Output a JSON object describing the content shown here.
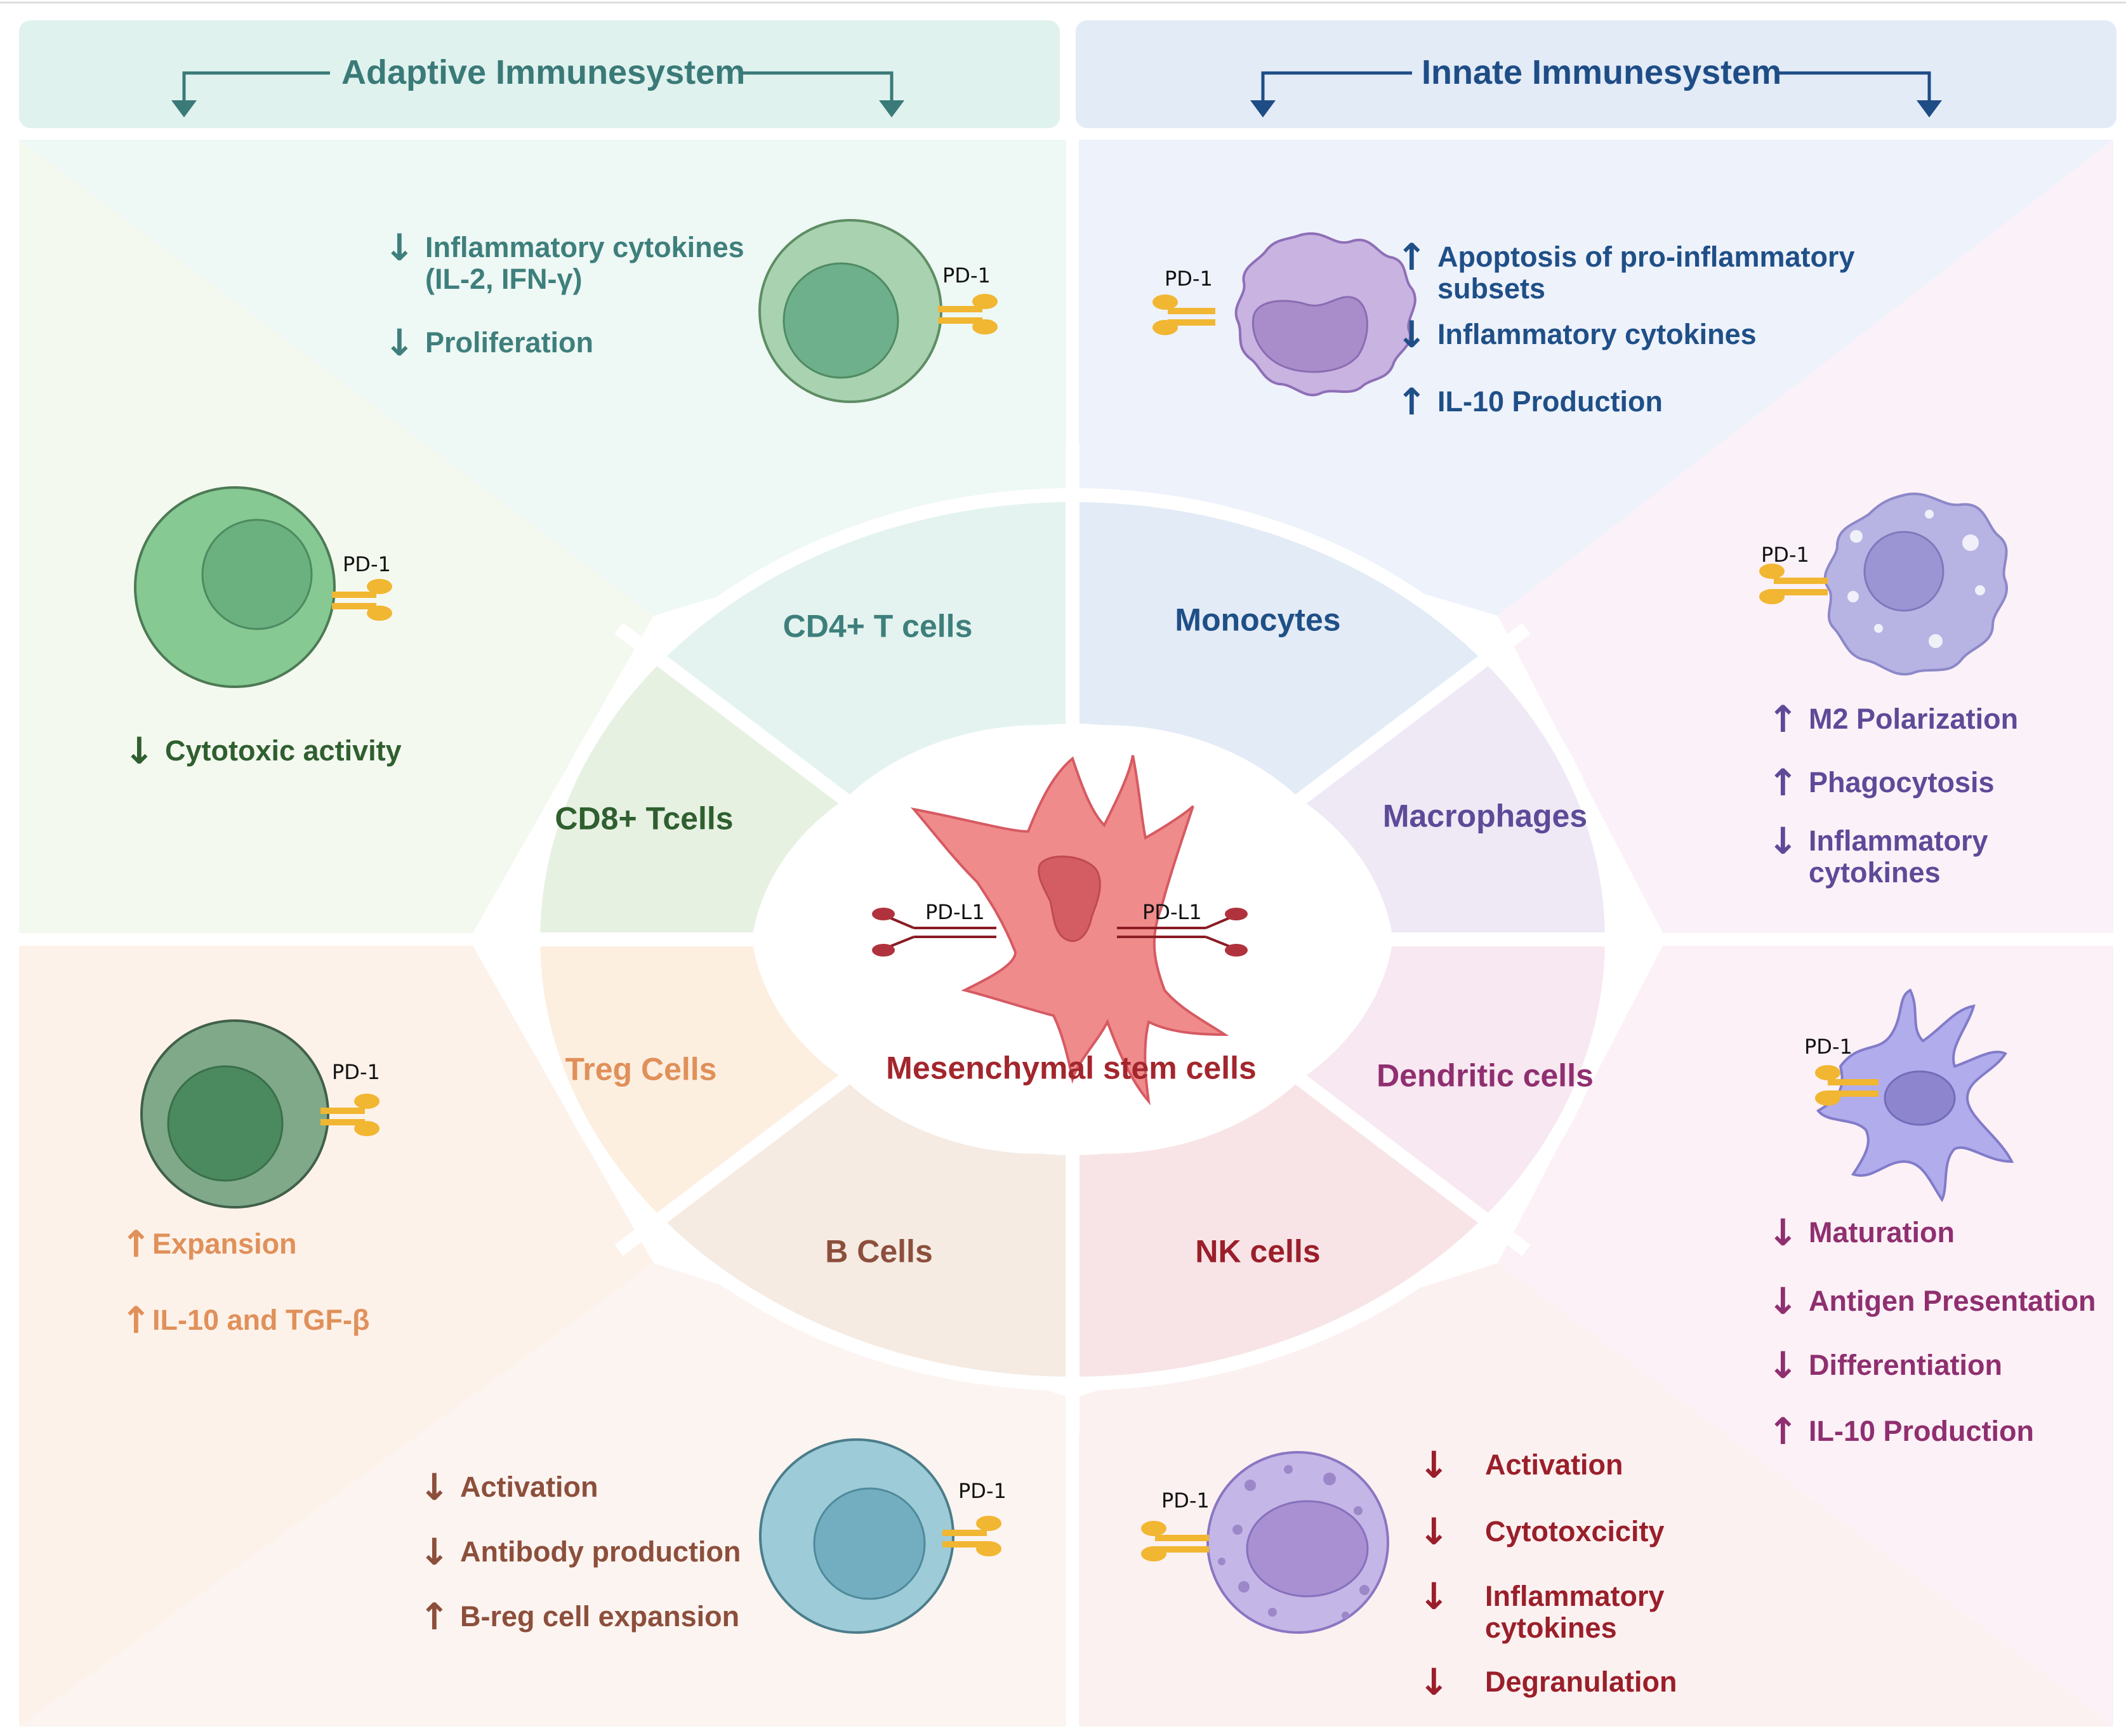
{
  "headers": {
    "adaptive": "Adaptive Immunesystem",
    "innate": "Innate Immunesystem"
  },
  "center": {
    "label": "Mesenchymal stem cells",
    "ligand_left": "PD-L1",
    "ligand_right": "PD-L1"
  },
  "segments": {
    "cd4": "CD4+ T cells",
    "cd8": "CD8+ Tcells",
    "treg": "Treg Cells",
    "bcells": "B Cells",
    "monocytes": "Monocytes",
    "macrophages": "Macrophages",
    "dendritic": "Dendritic cells",
    "nk": "NK cells"
  },
  "receptor": "PD-1",
  "effects": {
    "cd4": [
      {
        "dir": "down",
        "text": "Inflammatory cytokines (IL-2, IFN-γ)"
      },
      {
        "dir": "down",
        "text": "Proliferation"
      }
    ],
    "cd8": [
      {
        "dir": "down",
        "text": "Cytotoxic activity"
      }
    ],
    "treg": [
      {
        "dir": "up",
        "text": "Expansion"
      },
      {
        "dir": "up",
        "text": "IL-10 and TGF-β"
      }
    ],
    "bcells": [
      {
        "dir": "down",
        "text": "Activation"
      },
      {
        "dir": "down",
        "text": "Antibody production"
      },
      {
        "dir": "up",
        "text": "B-reg cell expansion"
      }
    ],
    "monocytes": [
      {
        "dir": "up",
        "text": "Apoptosis of pro-inflammatory subsets"
      },
      {
        "dir": "down",
        "text": "Inflammatory cytokines"
      },
      {
        "dir": "up",
        "text": "IL-10 Production"
      }
    ],
    "macrophages": [
      {
        "dir": "up",
        "text": "M2 Polarization"
      },
      {
        "dir": "up",
        "text": "Phagocytosis"
      },
      {
        "dir": "down",
        "text": "Inflammatory cytokines"
      }
    ],
    "dendritic": [
      {
        "dir": "down",
        "text": "Maturation"
      },
      {
        "dir": "down",
        "text": "Antigen Presentation"
      },
      {
        "dir": "down",
        "text": "Differentiation"
      },
      {
        "dir": "up",
        "text": "IL-10 Production"
      }
    ],
    "nk": [
      {
        "dir": "down",
        "text": "Activation"
      },
      {
        "dir": "down",
        "text": "Cytotoxcicity"
      },
      {
        "dir": "down",
        "text": "Inflammatory cytokines"
      },
      {
        "dir": "down",
        "text": "Degranulation"
      }
    ]
  },
  "arrow_glyphs": {
    "up": "↑",
    "down": "↓"
  },
  "colors": {
    "cd4": "#3e7f7c",
    "cd8": "#2f5f2f",
    "treg": "#e0905a",
    "bcells": "#8c4f3c",
    "monocytes": "#1f4f87",
    "macrophages": "#5d4a98",
    "dendritic": "#8f2f70",
    "nk": "#9a1f2a",
    "msc": "#a3262d"
  }
}
